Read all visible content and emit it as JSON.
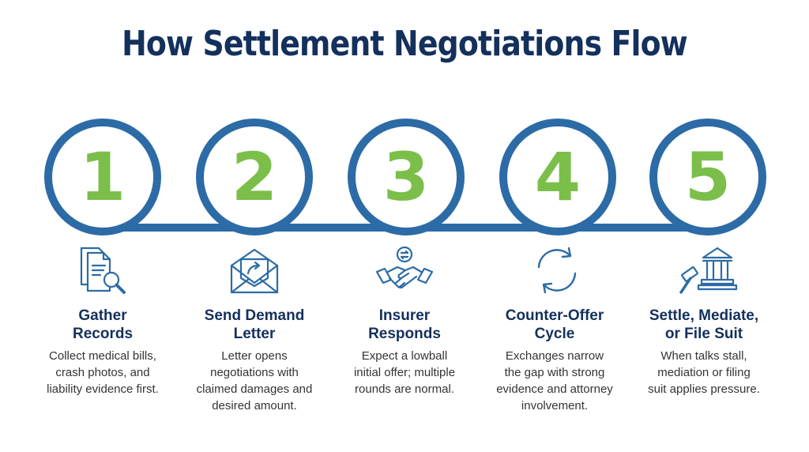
{
  "title": "How Settlement Negotiations Flow",
  "colors": {
    "navy": "#14305c",
    "blue": "#2c6ba6",
    "green": "#7bbf4a",
    "text": "#333333"
  },
  "steps": [
    {
      "number": "1",
      "icon": "documents-magnifier-icon",
      "title_line1": "Gather",
      "title_line2": "Records",
      "desc": [
        "Collect medical bills,",
        "crash photos, and",
        "liability evidence first."
      ]
    },
    {
      "number": "2",
      "icon": "envelope-letter-icon",
      "title_line1": "Send Demand",
      "title_line2": "Letter",
      "desc": [
        "Letter opens",
        "negotiations with",
        "claimed damages and",
        "desired amount."
      ]
    },
    {
      "number": "3",
      "icon": "handshake-icon",
      "title_line1": "Insurer",
      "title_line2": "Responds",
      "desc": [
        "Expect a lowball",
        "initial offer; multiple",
        "rounds are normal."
      ]
    },
    {
      "number": "4",
      "icon": "cycle-arrows-icon",
      "title_line1": "Counter-Offer",
      "title_line2": "Cycle",
      "desc": [
        "Exchanges narrow",
        "the gap with strong",
        "evidence and attorney",
        "involvement."
      ]
    },
    {
      "number": "5",
      "icon": "courthouse-gavel-icon",
      "title_line1": "Settle, Mediate,",
      "title_line2": "or File Suit",
      "desc": [
        "When talks stall,",
        "mediation or filing",
        "suit applies pressure."
      ]
    }
  ]
}
